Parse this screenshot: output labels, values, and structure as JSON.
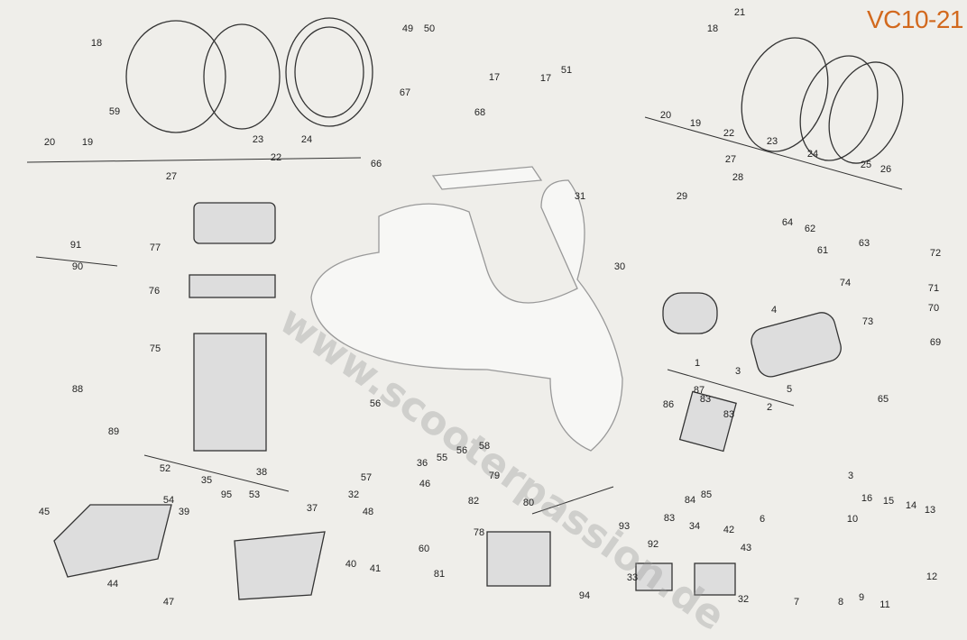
{
  "title": "VC10-21",
  "watermark": "www.scooterpassion.de",
  "accent_color": "#d2691e",
  "part_labels": [
    "18",
    "20",
    "19",
    "59",
    "23",
    "22",
    "24",
    "27",
    "49",
    "50",
    "17",
    "67",
    "68",
    "66",
    "17",
    "51",
    "21",
    "18",
    "20",
    "19",
    "22",
    "23",
    "24",
    "25",
    "26",
    "27",
    "28",
    "29",
    "31",
    "64",
    "62",
    "61",
    "63",
    "72",
    "30",
    "74",
    "71",
    "70",
    "73",
    "69",
    "4",
    "1",
    "3",
    "5",
    "2",
    "87",
    "83",
    "86",
    "83",
    "85",
    "84",
    "65",
    "3",
    "91",
    "90",
    "77",
    "76",
    "75",
    "88",
    "89",
    "38",
    "52",
    "35",
    "54",
    "95",
    "53",
    "39",
    "37",
    "45",
    "44",
    "47",
    "40",
    "41",
    "56",
    "57",
    "36",
    "55",
    "56",
    "58",
    "32",
    "48",
    "46",
    "60",
    "79",
    "82",
    "80",
    "78",
    "81",
    "94",
    "93",
    "83",
    "92",
    "34",
    "42",
    "43",
    "33",
    "32",
    "6",
    "10",
    "16",
    "15",
    "14",
    "13",
    "12",
    "11",
    "9",
    "8",
    "7"
  ]
}
